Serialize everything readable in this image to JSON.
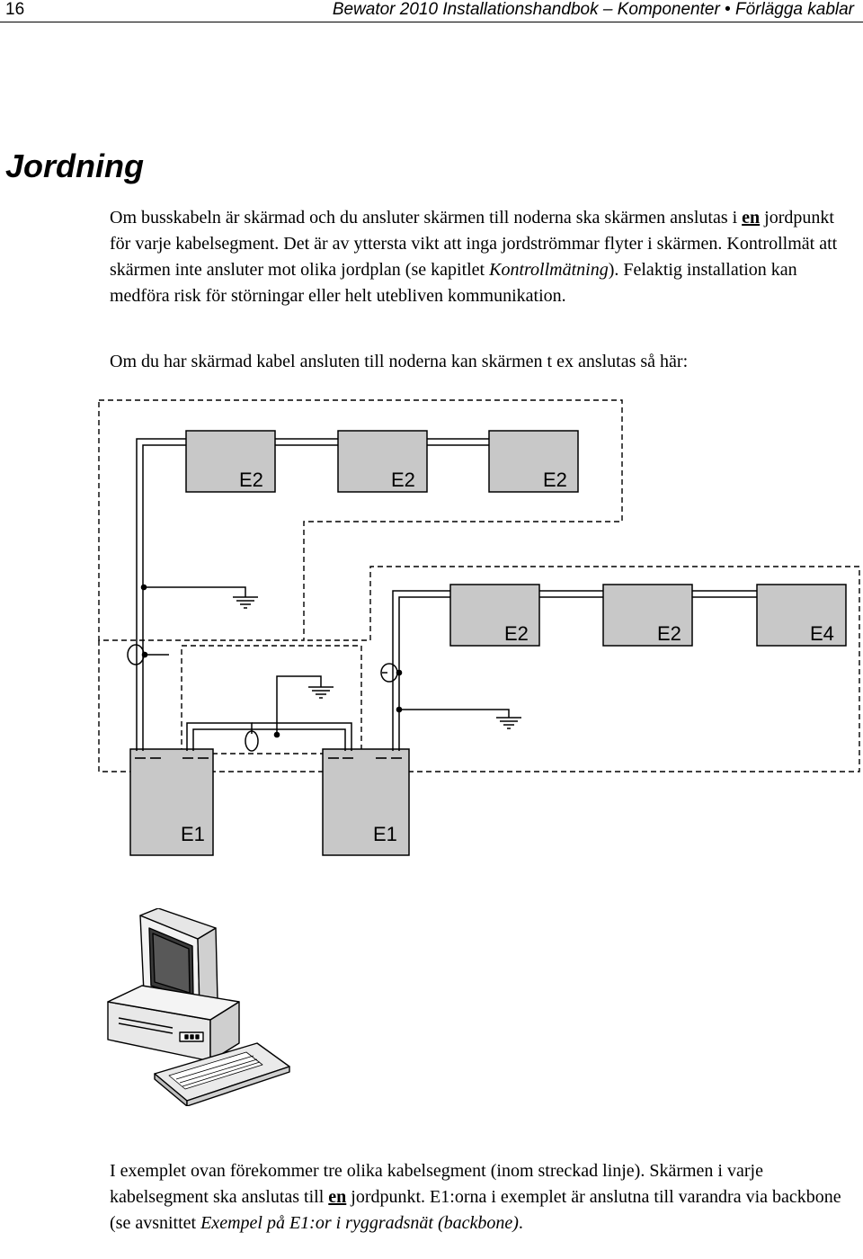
{
  "header": {
    "page_number": "16",
    "running_title": "Bewator 2010 Installationshandbok – Komponenter • Förlägga kablar"
  },
  "section": {
    "title": "Jordning"
  },
  "paragraph1": {
    "t1": "Om busskabeln är skärmad och du ansluter skärmen till noderna ska skärmen anslutas i ",
    "emph": "en",
    "t2": " jordpunkt för varje kabelsegment. Det är av yttersta vikt att inga jordströmmar flyter i skärmen. Kontrollmät att skärmen inte ansluter mot olika jordplan (se kapitlet ",
    "ref": "Kontrollmätning",
    "t3": "). Felaktig installation kan medföra risk för störningar eller helt utebliven kommunikation."
  },
  "paragraph2": {
    "text": "Om du har skärmad kabel ansluten till noderna kan skärmen t ex anslutas så här:"
  },
  "diagram": {
    "top_nodes": [
      "E2",
      "E2",
      "E2"
    ],
    "right_nodes": [
      "E2",
      "E2",
      "E4"
    ],
    "controllers": [
      "E1",
      "E1"
    ],
    "colors": {
      "box_fill": "#c8c8c8",
      "line": "#000000"
    }
  },
  "paragraph3": {
    "t1": "I exemplet ovan förekommer tre olika kabelsegment (inom streckad linje). Skärmen i varje kabelsegment ska anslutas till ",
    "emph": "en",
    "t2": " jordpunkt. E1:orna i exemplet är anslutna till varandra via backbone (se avsnittet ",
    "ref": "Exempel på E1:or i ryggradsnät (backbone)",
    "t3": "."
  }
}
